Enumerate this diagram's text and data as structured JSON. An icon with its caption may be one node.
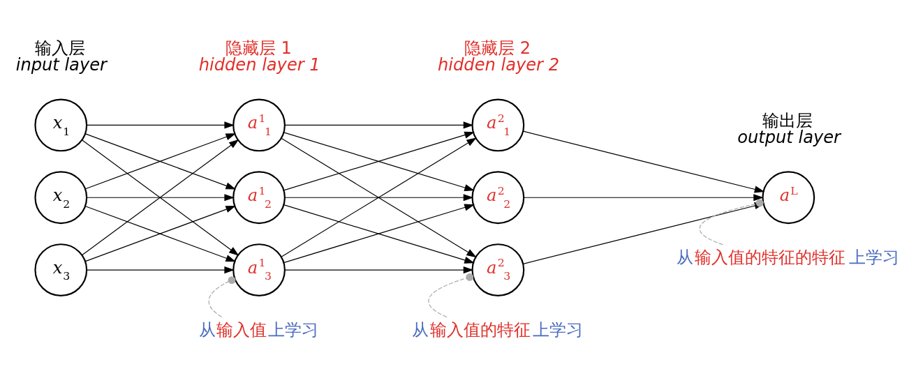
{
  "diagram": {
    "nodes": [
      {
        "text": [
          "x$_{1}$"
        ]
      },
      {
        "text": [
          "x$_{2}$"
        ]
      },
      {
        "text": [
          "x$_{3}$"
        ]
      },
      {
        "text": [
          "a$^{1}$$_{1}$"
        ]
      },
      {
        "text": [
          "a$^{1}$$_{2}$"
        ]
      },
      {
        "text": [
          "a$^{1}$$_{3}$"
        ]
      },
      {
        "text": [
          "a$^{2}$$_{1}$"
        ]
      },
      {
        "text": [
          "a$^{2}$$_{2}$"
        ]
      },
      {
        "text": [
          "a$^{2}$$_{3}$"
        ]
      },
      {
        "text": [
          "a$^{L}$"
        ]
      },
      {
        "text": [
          "从**输入值**上学习"
        ]
      },
      {
        "text": [
          "从**输入值的特征**上学习"
        ]
      },
      {
        "text": [
          "从**输入值的特征的特征**上学习"
        ]
      }
    ],
    "edges": [
      {
        "from": 0,
        "to": 3,
        "arrow": "to"
      },
      {
        "from": 0,
        "to": 4,
        "arrow": "to"
      },
      {
        "from": 0,
        "to": 5,
        "arrow": "to"
      },
      {
        "from": 1,
        "to": 3,
        "arrow": "to"
      },
      {
        "from": 1,
        "to": 4,
        "arrow": "to"
      },
      {
        "from": 1,
        "to": 5,
        "arrow": "to"
      },
      {
        "from": 2,
        "to": 3,
        "arrow": "to"
      },
      {
        "from": 2,
        "to": 4,
        "arrow": "to"
      },
      {
        "from": 2,
        "to": 5,
        "arrow": "to"
      },
      {
        "from": 3,
        "to": 6,
        "arrow": "to"
      },
      {
        "from": 3,
        "to": 7,
        "arrow": "to"
      },
      {
        "from": 3,
        "to": 8,
        "arrow": "to"
      },
      {
        "from": 4,
        "to": 6,
        "arrow": "to"
      },
      {
        "from": 4,
        "to": 7,
        "arrow": "to"
      },
      {
        "from": 4,
        "to": 8,
        "arrow": "to"
      },
      {
        "from": 5,
        "to": 6,
        "arrow": "to"
      },
      {
        "from": 5,
        "to": 7,
        "arrow": "to"
      },
      {
        "from": 5,
        "to": 8,
        "arrow": "to"
      },
      {
        "from": 6,
        "to": 9,
        "arrow": "to"
      },
      {
        "from": 7,
        "to": 9,
        "arrow": "to"
      },
      {
        "from": 8,
        "to": 9,
        "arrow": "to"
      },
      {
        "from": 10,
        "to": 5,
        "arrow": "other",
        "style": "dashed",
        "color": "#aaaaaa"
      },
      {
        "from": 11,
        "to": 8,
        "arrow": "other",
        "style": "dashed",
        "color": "#aaaaaa"
      },
      {
        "from": 12,
        "to": 9,
        "arrow": "other",
        "style": "dashed",
        "color": "#aaaaaa"
      }
    ],
    "labels": [
      "输入层",
      "input layer",
      "隐藏层 1",
      "hidden layer 1",
      "隐藏层 2",
      "hidden layer 2",
      "输出层",
      "output layer"
    ]
  }
}
